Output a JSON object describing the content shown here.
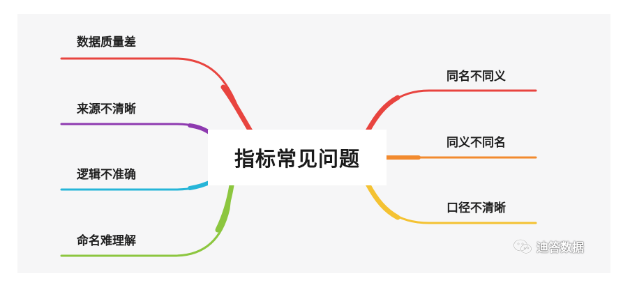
{
  "center": {
    "title": "指标常见问题"
  },
  "branches": {
    "left": [
      {
        "label": "数据质量差",
        "color": "#e8443f"
      },
      {
        "label": "来源不清晰",
        "color": "#8e3ab0"
      },
      {
        "label": "逻辑不准确",
        "color": "#26b5d8"
      },
      {
        "label": "命名难理解",
        "color": "#8cc63f"
      }
    ],
    "right": [
      {
        "label": "同名不同义",
        "color": "#e8443f"
      },
      {
        "label": "同义不同名",
        "color": "#f28a2e"
      },
      {
        "label": "口径不清晰",
        "color": "#f4c232"
      }
    ]
  },
  "watermark": {
    "text": "迪答数据",
    "icon": "wechat-icon"
  }
}
